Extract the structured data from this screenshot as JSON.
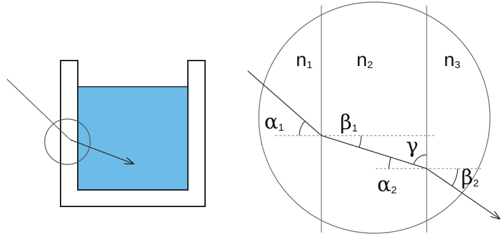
{
  "colors": {
    "water": "#6cbbe8",
    "stroke": "#222222",
    "thin_line": "#666666",
    "dashed_line": "#777777",
    "background": "#ffffff"
  },
  "left_panel": {
    "container": "open-top tank",
    "contents": "water",
    "magnifier": "circle over wall"
  },
  "right_panel": {
    "media": [
      {
        "symbol": "n",
        "subscript": "1"
      },
      {
        "symbol": "n",
        "subscript": "2"
      },
      {
        "symbol": "n",
        "subscript": "3"
      }
    ],
    "angles": [
      {
        "symbol": "α",
        "subscript": "1"
      },
      {
        "symbol": "β",
        "subscript": "1"
      },
      {
        "symbol": "γ",
        "subscript": ""
      },
      {
        "symbol": "α",
        "subscript": "2"
      },
      {
        "symbol": "β",
        "subscript": "2"
      }
    ]
  }
}
